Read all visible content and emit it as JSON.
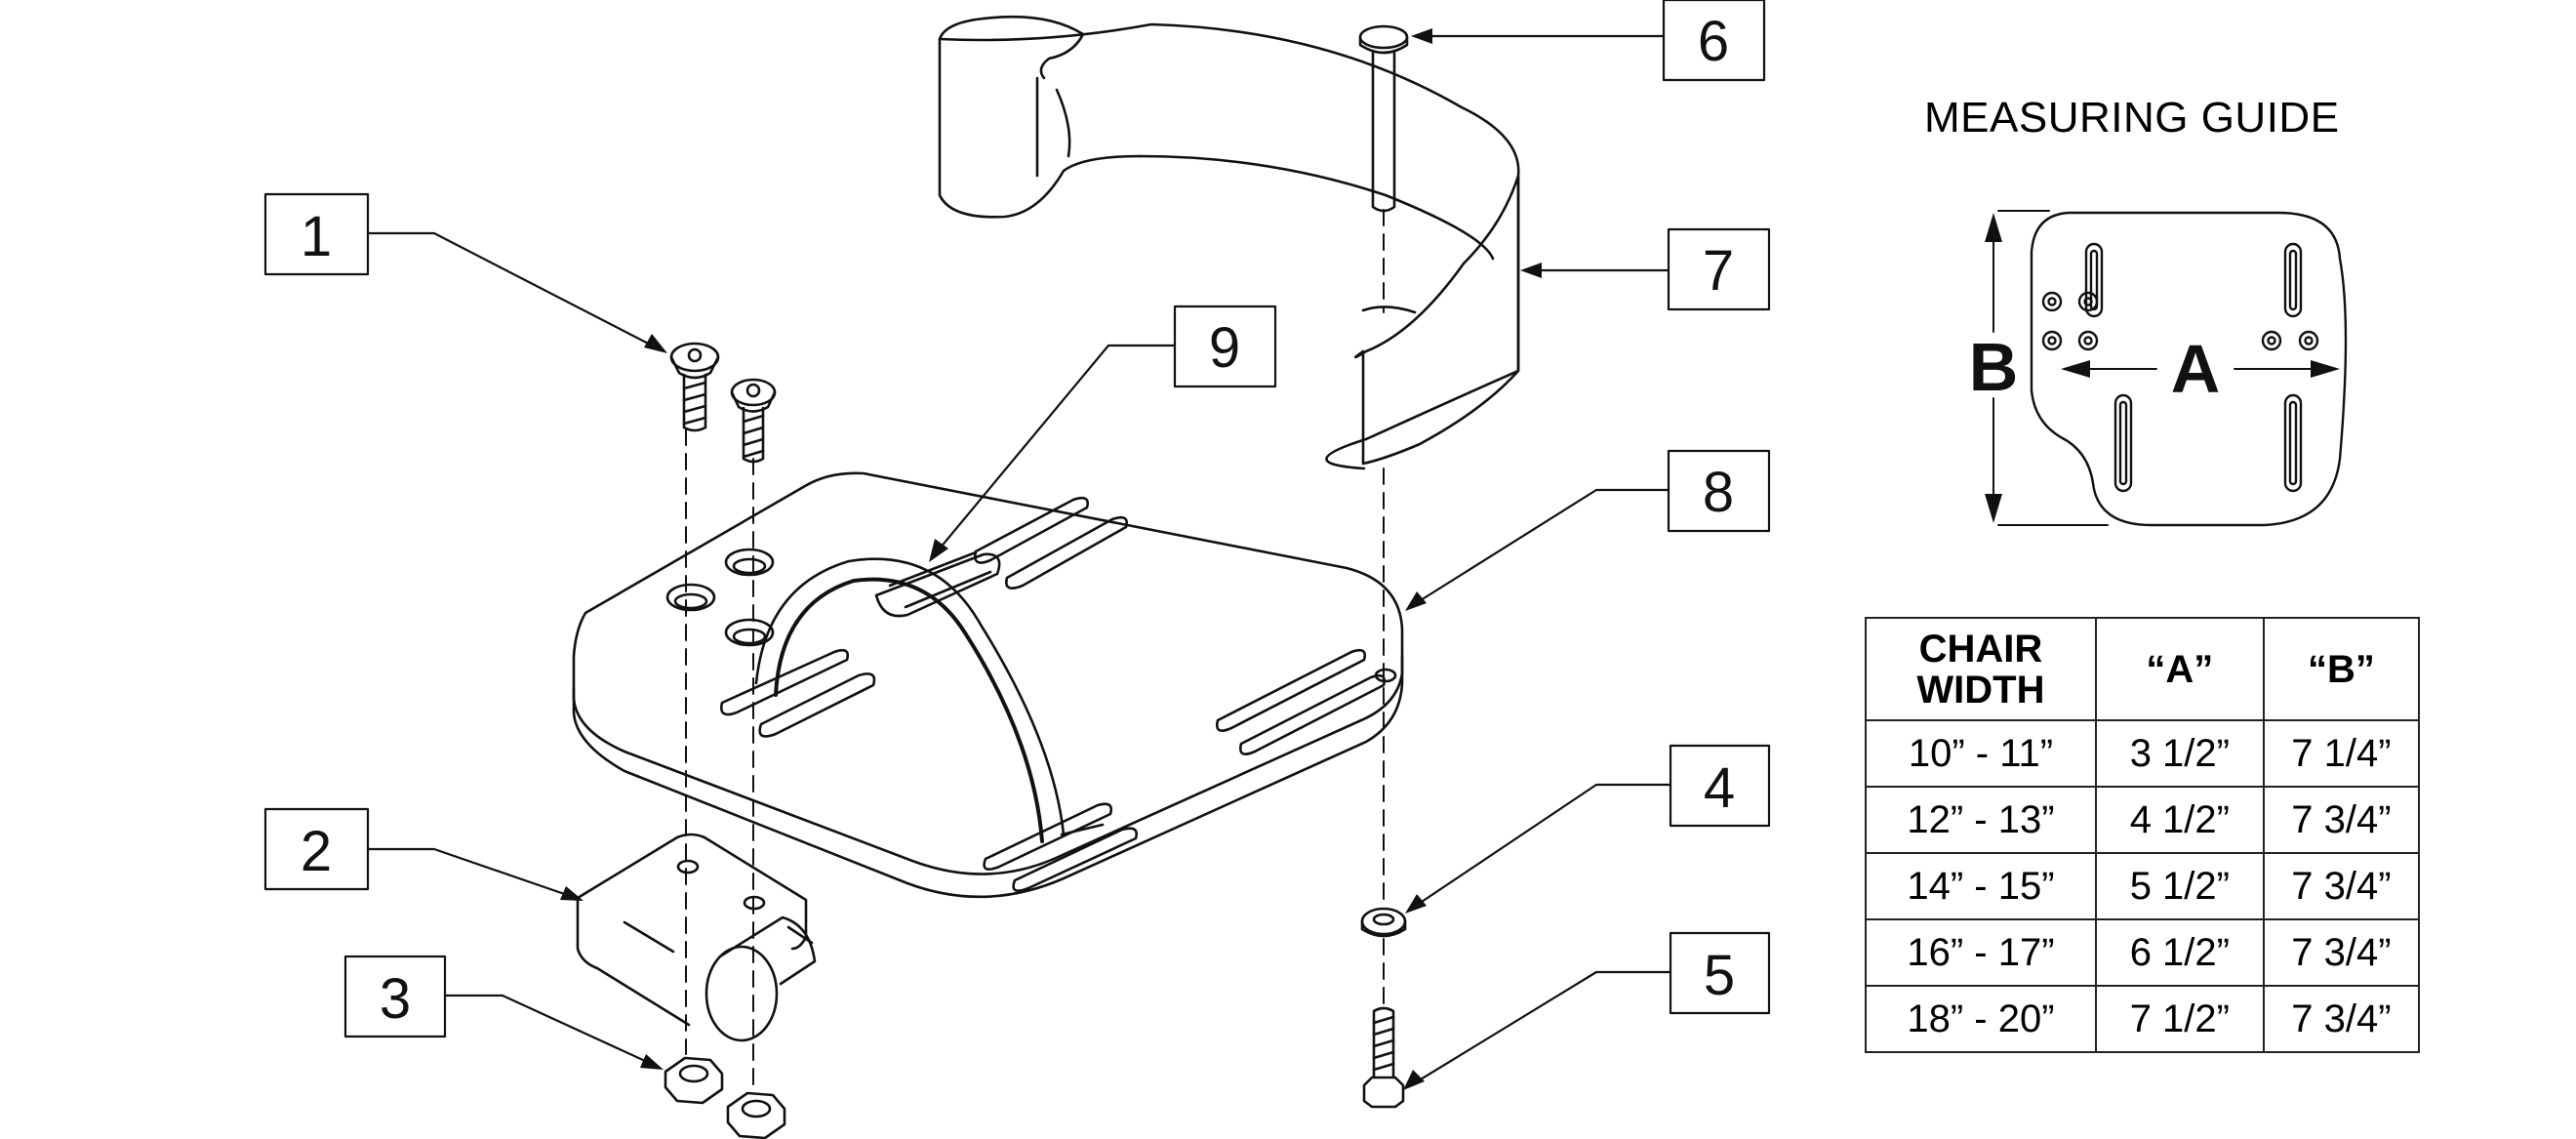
{
  "guide": {
    "title": "MEASURING GUIDE",
    "dimension_a": "A",
    "dimension_b": "B"
  },
  "callouts": [
    "1",
    "2",
    "3",
    "4",
    "5",
    "6",
    "7",
    "8",
    "9"
  ],
  "table": {
    "headers": [
      "CHAIR\nWIDTH",
      "“A”",
      "“B”"
    ],
    "rows": [
      [
        "10” - 11”",
        "3 1/2”",
        "7 1/4”"
      ],
      [
        "12” - 13”",
        "4 1/2”",
        "7 3/4”"
      ],
      [
        "14” - 15”",
        "5 1/2”",
        "7 3/4”"
      ],
      [
        "16” - 17”",
        "6 1/2”",
        "7 3/4”"
      ],
      [
        "18” - 20”",
        "7 1/2”",
        "7 3/4”"
      ]
    ]
  }
}
